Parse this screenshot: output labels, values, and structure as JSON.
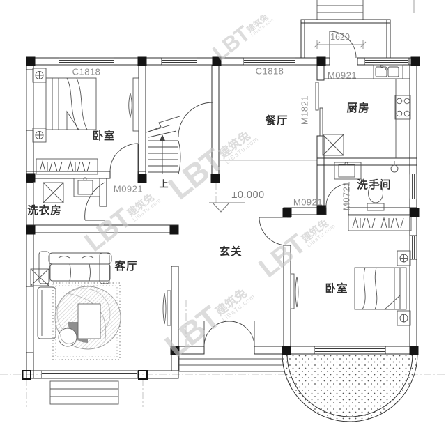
{
  "watermark": {
    "logo": "LBT",
    "brand": "建筑兔",
    "site": "LiBaTu.com"
  },
  "rooms": {
    "bedroom_left": "卧室",
    "bedroom_right": "卧室",
    "dining": "餐厅",
    "kitchen": "厨房",
    "bathroom": "洗手间",
    "laundry": "洗衣房",
    "living": "客厅",
    "foyer": "玄关"
  },
  "codes": {
    "window_bedroom_left": "C1818",
    "window_dining": "C1818",
    "door_hall": "M0921",
    "door_kitchen": "M0921",
    "door_bedroom_right": "M0921",
    "slide_kitchen_dining": "M1821",
    "door_bathroom": "M0721"
  },
  "dimensions": {
    "back_porch_width": "1620",
    "floor_elevation": "±0.000",
    "stairs_direction": "上"
  }
}
